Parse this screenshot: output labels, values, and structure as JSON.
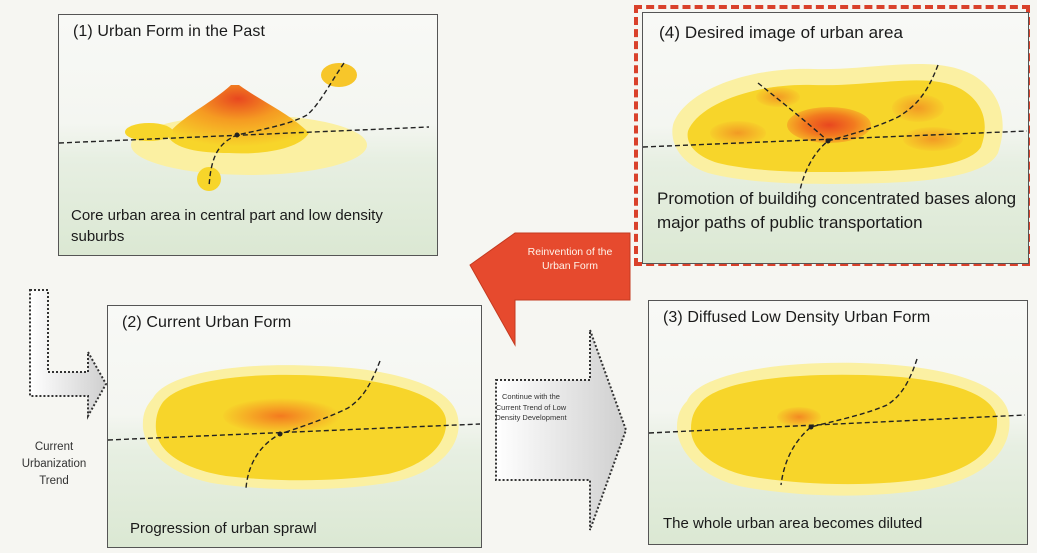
{
  "panels": {
    "past": {
      "title": "(1) Urban Form in the Past",
      "caption": "Core urban area in central part and low density suburbs"
    },
    "current": {
      "title": "(2) Current Urban Form",
      "caption": "Progression of urban sprawl"
    },
    "diffused": {
      "title": "(3) Diffused Low Density Urban Form",
      "caption": "The whole urban area becomes diluted"
    },
    "desired": {
      "title": "(4) Desired image of urban area",
      "caption": "Promotion of building concentrated bases along major paths of public transportation"
    }
  },
  "arrows": {
    "current_trend": "Current Urbanization Trend",
    "continue": "Continue with the Current Trend of Low Density Development",
    "reinvention": "Reinvention of the Urban Form"
  },
  "colors": {
    "core": "#e8471f",
    "mid": "#f5a623",
    "outer": "#f7dc2a",
    "pale": "#fbf0a2",
    "frame": "#d9412b"
  }
}
